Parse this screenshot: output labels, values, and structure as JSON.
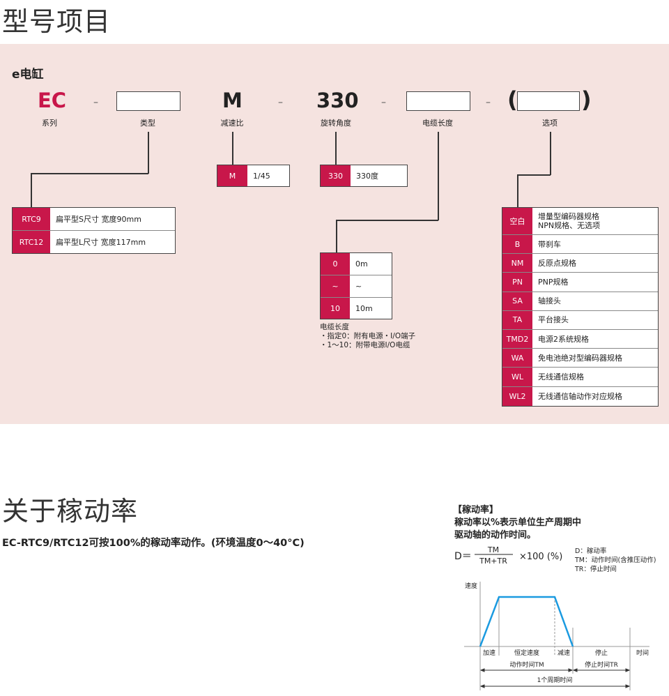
{
  "section1": {
    "title": "型号项目",
    "product": "e电缸",
    "codes": {
      "series": "EC",
      "ratio": "M",
      "angle": "330",
      "dash": "–",
      "paren_open": "(",
      "paren_close": ")"
    },
    "labels": {
      "series": "系列",
      "type": "类型",
      "ratio": "减速比",
      "angle": "旋转角度",
      "cable": "电缆长度",
      "option": "选项"
    },
    "type_table": [
      {
        "k": "RTC9",
        "v": "扁平型S尺寸 宽度90mm"
      },
      {
        "k": "RTC12",
        "v": "扁平型L尺寸 宽度117mm"
      }
    ],
    "ratio_table": [
      {
        "k": "M",
        "v": "1/45"
      }
    ],
    "angle_table": [
      {
        "k": "330",
        "v": "330度"
      }
    ],
    "cable_table": [
      {
        "k": "0",
        "v": "0m"
      },
      {
        "k": "~",
        "v": "~"
      },
      {
        "k": "10",
        "v": "10m"
      }
    ],
    "cable_notes": [
      "电缆长度",
      "・指定0：附有电源・I/O端子",
      "・1～10：附带电源I/O电缆"
    ],
    "option_table": [
      {
        "k": "空白",
        "v": "增量型编码器规格",
        "v2": "NPN规格、无选项"
      },
      {
        "k": "B",
        "v": "带刹车"
      },
      {
        "k": "NM",
        "v": "反原点规格"
      },
      {
        "k": "PN",
        "v": "PNP规格"
      },
      {
        "k": "SA",
        "v": "轴接头"
      },
      {
        "k": "TA",
        "v": "平台接头"
      },
      {
        "k": "TMD2",
        "v": "电源2系统规格"
      },
      {
        "k": "WA",
        "v": "免电池绝对型编码器规格"
      },
      {
        "k": "WL",
        "v": "无线通信规格"
      },
      {
        "k": "WL2",
        "v": "无线通信轴动作对应规格"
      }
    ]
  },
  "section2": {
    "title": "关于稼动率",
    "subtitle": "EC-RTC9/RTC12可按100%的稼动率动作。(环境温度0～40°C)",
    "diagram": {
      "heading": "【稼动率】",
      "desc1": "稼动率以%表示单位生产周期中",
      "desc2": "驱动轴的动作时间。",
      "formula_lhs": "D＝",
      "numerator": "TM",
      "denominator": "TM+TR",
      "multiplier": "×100 (%)",
      "legend": [
        "D：稼动率",
        "TM：动作时间(含推压动作)",
        "TR：停止时间"
      ],
      "y_label": "速度",
      "x_label": "时间",
      "phases": [
        "加速",
        "恒定速度",
        "减速",
        "停止"
      ],
      "motion_time": "动作时间TM",
      "stop_time": "停止时间TR",
      "cycle_time": "1个周期时间",
      "line_color": "#1a9ae0"
    }
  }
}
